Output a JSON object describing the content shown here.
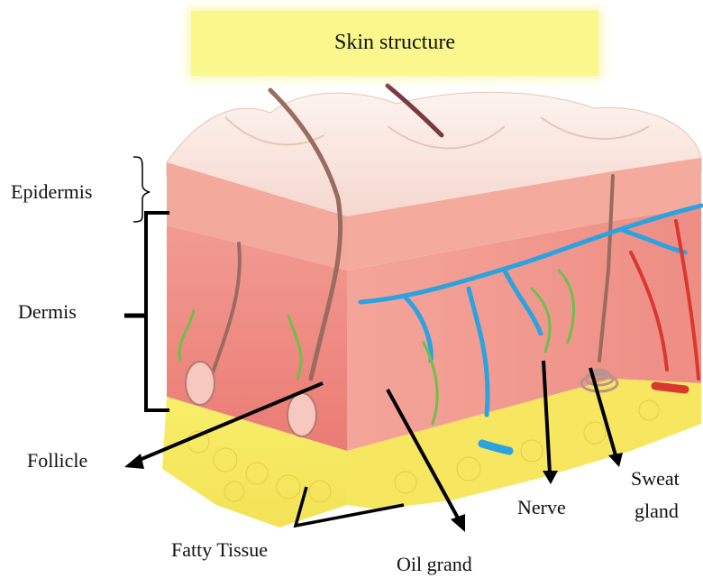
{
  "title": "Skin structure",
  "labels": {
    "epidermis": "Epidermis",
    "dermis": "Dermis",
    "follicle": "Follicle",
    "fatty_tissue": "Fatty Tissue",
    "oil_gland": "Oil grand",
    "nerve": "Nerve",
    "sweat_gland_line1": "Sweat",
    "sweat_gland_line2": "gland"
  },
  "colors": {
    "title_background": "#faf78c",
    "epidermis": "#f3a99c",
    "dermis": "#ef8c84",
    "fat": "#f6ea5e",
    "vein": "#2aa3e0",
    "nerve": "#6fbf4a",
    "artery": "#d9382f"
  }
}
